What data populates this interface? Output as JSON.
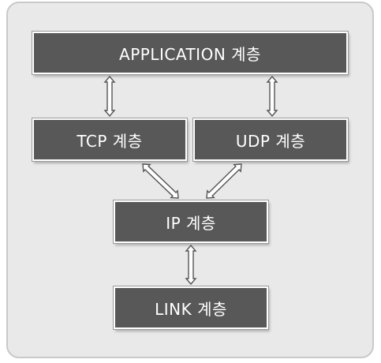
{
  "layers": {
    "application": "APPLICATION 계층",
    "tcp": "TCP 계층",
    "udp": "UDP 계층",
    "ip": "IP 계층",
    "link": "LINK 계층"
  },
  "colors": {
    "panel_background": "#e9e9e9",
    "box_fill": "#585858",
    "box_text": "#ffffff",
    "arrow_fill": "#ffffff",
    "arrow_stroke": "#555555"
  },
  "connections": [
    {
      "from": "application",
      "to": "tcp",
      "type": "bidirectional"
    },
    {
      "from": "application",
      "to": "udp",
      "type": "bidirectional"
    },
    {
      "from": "tcp",
      "to": "ip",
      "type": "bidirectional"
    },
    {
      "from": "udp",
      "to": "ip",
      "type": "bidirectional"
    },
    {
      "from": "ip",
      "to": "link",
      "type": "bidirectional"
    }
  ]
}
